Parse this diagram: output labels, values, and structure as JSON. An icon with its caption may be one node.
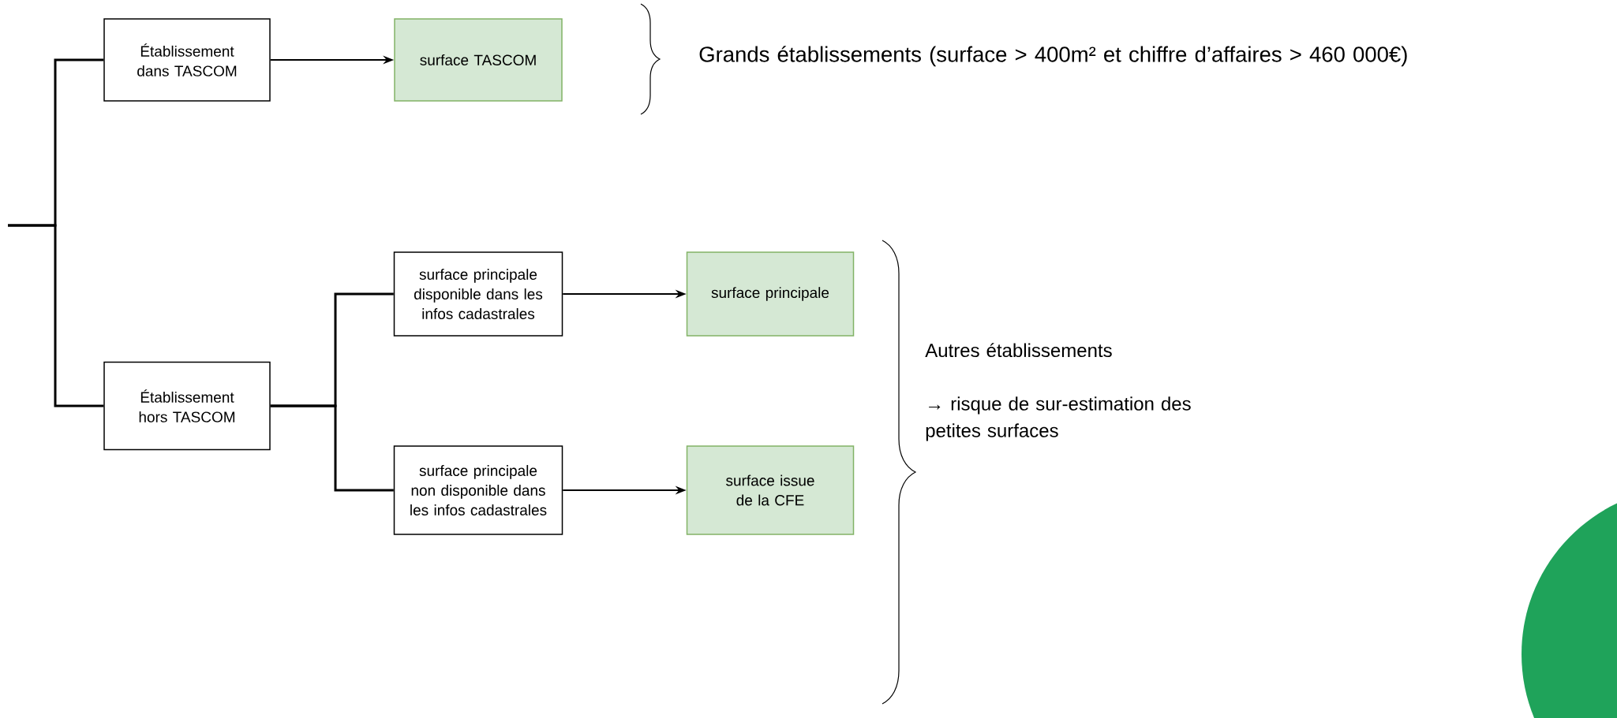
{
  "diagram": {
    "nodes": [
      {
        "text": [
          "Établissement dans TASCOM"
        ]
      },
      {
        "text": [
          "surface TASCOM"
        ]
      },
      {
        "text": [
          "Établissement hors TASCOM"
        ]
      },
      {
        "text": [
          "surface principale disponible dans les infos cadastrales"
        ]
      },
      {
        "text": [
          "surface principale"
        ]
      },
      {
        "text": [
          "surface principale non disponible dans les infos cadastrales"
        ]
      },
      {
        "text": [
          "surface issue de la CFE"
        ]
      }
    ],
    "edges": [
      {
        "from": null,
        "to": 0,
        "arrow": "none"
      },
      {
        "from": null,
        "to": 2,
        "arrow": "none"
      },
      {
        "from": 0,
        "to": 1,
        "arrow": "to"
      },
      {
        "from": 2,
        "to": 3,
        "arrow": "none"
      },
      {
        "from": 2,
        "to": 5,
        "arrow": "none"
      },
      {
        "from": 3,
        "to": 4,
        "arrow": "to"
      },
      {
        "from": 5,
        "to": 6,
        "arrow": "to"
      }
    ],
    "labels": [
      "Grands établissements (surface > 400m² et chiffre d’affaires > 460 000€)",
      "Autres établissements",
      "→ risque de sur-estimation des petites surfaces"
    ]
  }
}
